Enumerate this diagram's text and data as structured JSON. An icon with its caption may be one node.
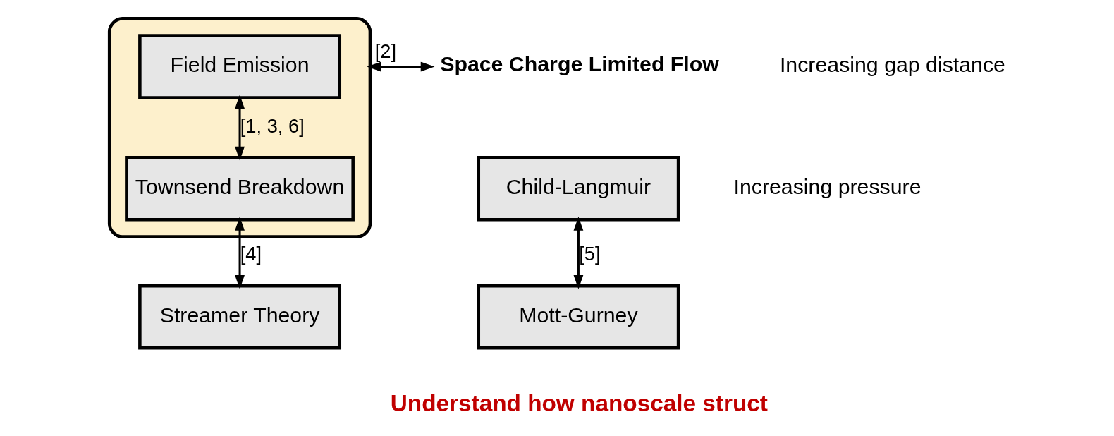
{
  "diagram": {
    "nodes": [
      {
        "text": [],
        "shape": "box"
      },
      {
        "text": [
          "Field Emission"
        ],
        "in": 0
      },
      {
        "text": [
          "Townsend Breakdown"
        ],
        "in": 0
      },
      {
        "text": [
          "Streamer Theory"
        ]
      },
      {
        "text": [
          "Space Charge Limited Flow"
        ]
      },
      {
        "text": [
          "Child-Langmuir"
        ]
      },
      {
        "text": [
          "Mott-Gurney"
        ]
      }
    ],
    "edges": [
      {
        "from": 1,
        "to": 2,
        "arrow": "both",
        "label": "[1, 3, 6]"
      },
      {
        "from": 2,
        "to": 3,
        "arrow": "both",
        "label": "[4]"
      },
      {
        "from": 0,
        "to": 4,
        "arrow": "both",
        "label": "[2]"
      },
      {
        "from": 5,
        "to": 6,
        "arrow": "both",
        "label": "[5]"
      }
    ],
    "labels": [
      "Increasing gap distance",
      "Increasing pressure",
      "Understand how nanoscale struct"
    ]
  }
}
